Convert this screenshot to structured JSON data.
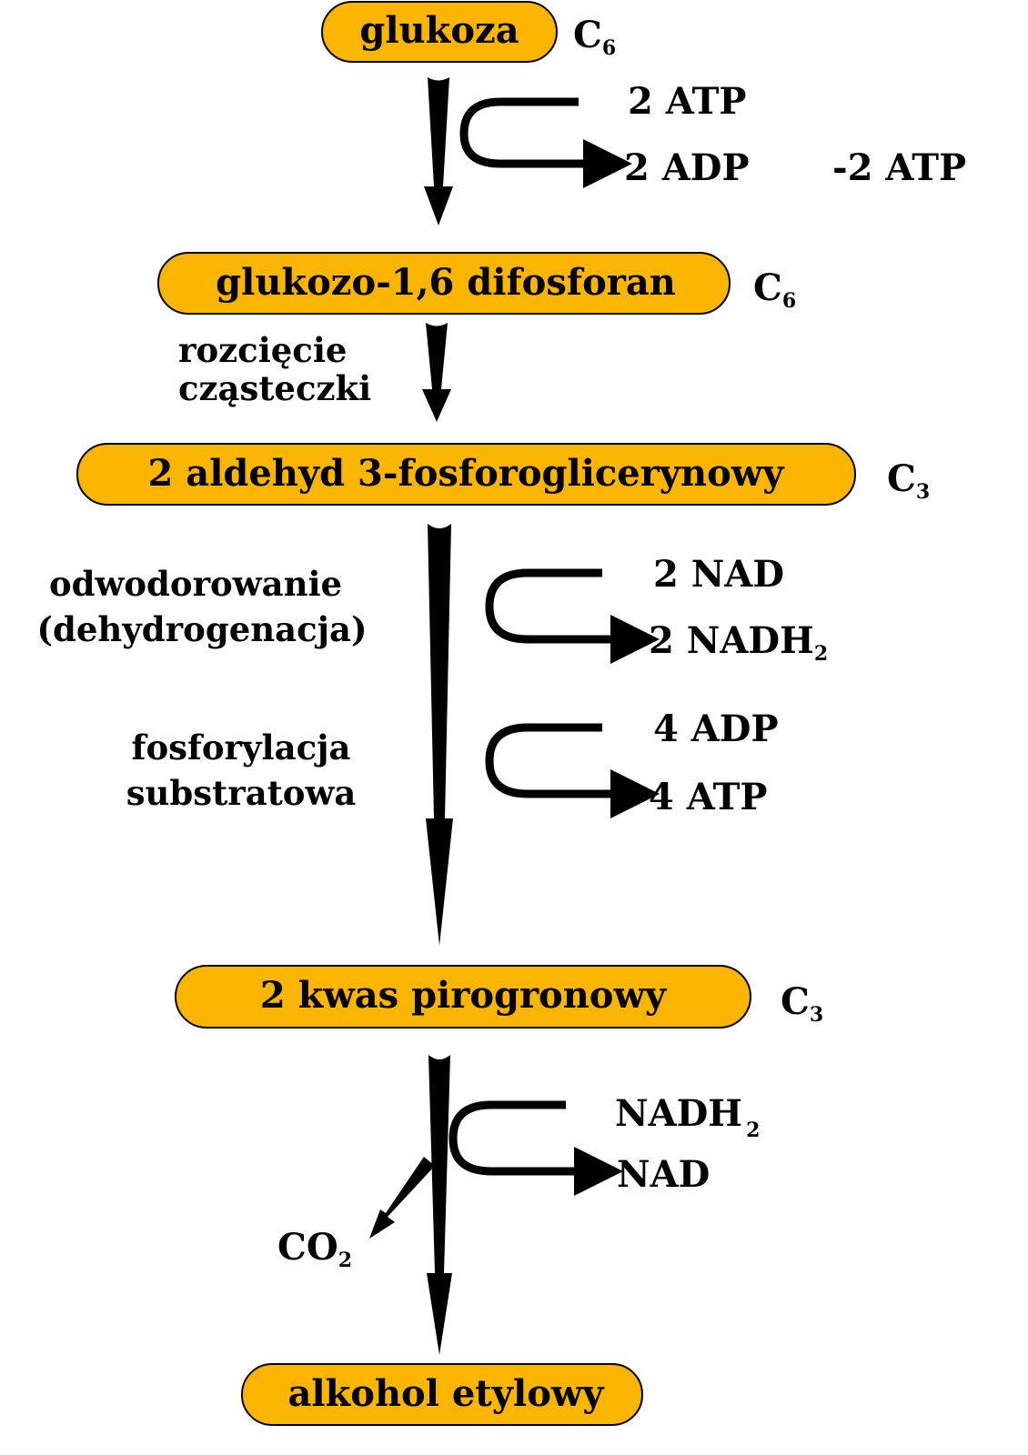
{
  "diagram": {
    "box_color": "#F9B500",
    "compounds": [
      {
        "label": "glukoza",
        "carbon": "C",
        "carbon_sub": "6"
      },
      {
        "label": "glukozo-1,6 difosforan",
        "carbon": "C",
        "carbon_sub": "6"
      },
      {
        "label": "2 aldehyd 3-fosforoglicerynowy",
        "carbon": "C",
        "carbon_sub": "3"
      },
      {
        "label": "2 kwas pirogronowy",
        "carbon": "C",
        "carbon_sub": "3"
      },
      {
        "label": "alkohol etylowy"
      }
    ],
    "step1": {
      "in": "2 ATP",
      "out": "2 ADP",
      "balance": "-2 ATP"
    },
    "step2": {
      "process_line1": "rozcięcie",
      "process_line2": "cząsteczki"
    },
    "step3": {
      "process_a_line1": "odwodorowanie",
      "process_a_line2": "(dehydrogenacja)",
      "a_in": "2 NAD",
      "a_out": "2 NADH",
      "a_out_sub": "2",
      "process_b_line1": "fosforylacja",
      "process_b_line2": "substratowa",
      "b_in": "4 ADP",
      "b_out": "4 ATP"
    },
    "step4": {
      "in": "NADH",
      "in_sub": "2",
      "out": "NAD",
      "byproduct": "CO",
      "byproduct_sub": "2"
    }
  }
}
